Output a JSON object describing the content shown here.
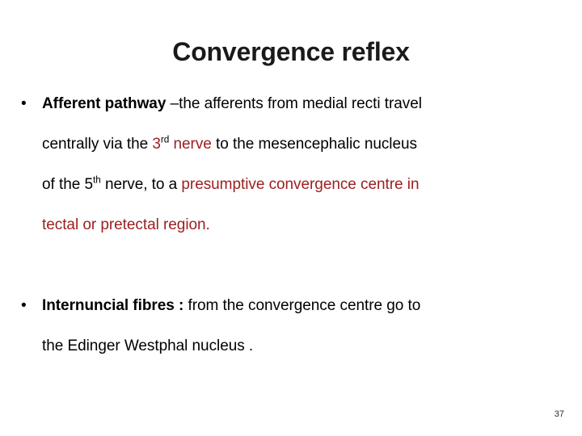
{
  "slide": {
    "title": "Convergence reflex",
    "page_number": "37",
    "bullet_marker": "•",
    "accent_red": "#9c1f20",
    "text_black": "#000000"
  },
  "bullets": [
    {
      "id": "afferent-pathway",
      "marker": "•",
      "lines": [
        {
          "runs": [
            {
              "text": "Afferent pathway",
              "bold": true,
              "color": "black"
            },
            {
              "text": " –the afferents from medial recti travel",
              "bold": false,
              "color": "black"
            }
          ]
        },
        {
          "runs": [
            {
              "text": "centrally via the ",
              "bold": false,
              "color": "black"
            },
            {
              "text": "3",
              "sup": "rd",
              "bold": false,
              "color": "red"
            },
            {
              "text": " nerve",
              "bold": false,
              "color": "red"
            },
            {
              "text": " to the mesencephalic nucleus",
              "bold": false,
              "color": "black"
            }
          ]
        },
        {
          "runs": [
            {
              "text": "of the ",
              "bold": false,
              "color": "black"
            },
            {
              "text": "5",
              "sup": "th",
              "bold": false,
              "color": "black"
            },
            {
              "text": " nerve, to a ",
              "bold": false,
              "color": "black"
            },
            {
              "text": "presumptive convergence centre in",
              "bold": false,
              "color": "red"
            }
          ]
        },
        {
          "runs": [
            {
              "text": "tectal or pretectal region.",
              "bold": false,
              "color": "red"
            }
          ]
        }
      ]
    },
    {
      "id": "internuncial-fibres",
      "marker": "•",
      "lines": [
        {
          "runs": [
            {
              "text": "Internuncial fibres :",
              "bold": true,
              "color": "black"
            },
            {
              "text": " from the convergence centre go to",
              "bold": false,
              "color": "black"
            }
          ]
        },
        {
          "runs": [
            {
              "text": "the Edinger Westphal nucleus .",
              "bold": false,
              "color": "black"
            }
          ]
        }
      ]
    }
  ]
}
